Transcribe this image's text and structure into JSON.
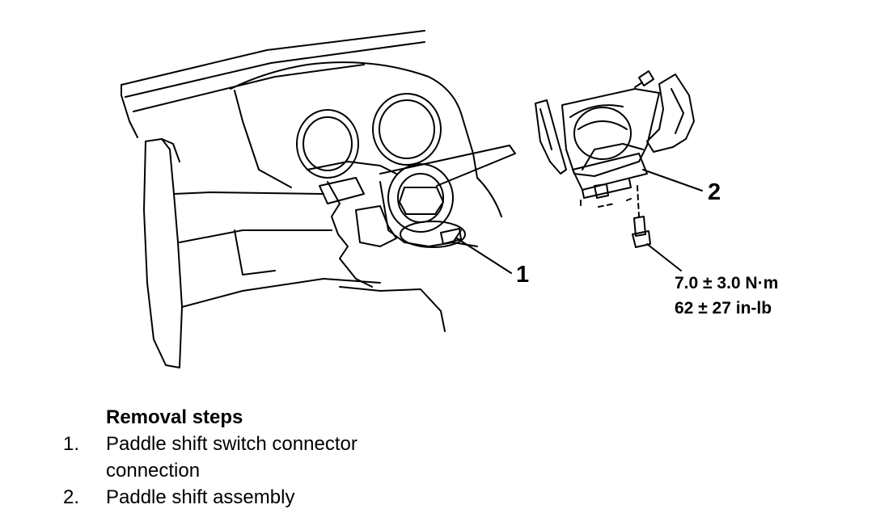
{
  "callouts": {
    "c1": "1",
    "c2": "2"
  },
  "torque": {
    "nm": "7.0 ± 3.0 N·m",
    "inlb": "62 ± 27 in-lb"
  },
  "steps": {
    "title": "Removal steps",
    "items": [
      {
        "num": "1.",
        "lines": [
          "Paddle shift switch connector",
          "connection"
        ]
      },
      {
        "num": "2.",
        "lines": [
          "Paddle shift assembly"
        ]
      }
    ]
  }
}
